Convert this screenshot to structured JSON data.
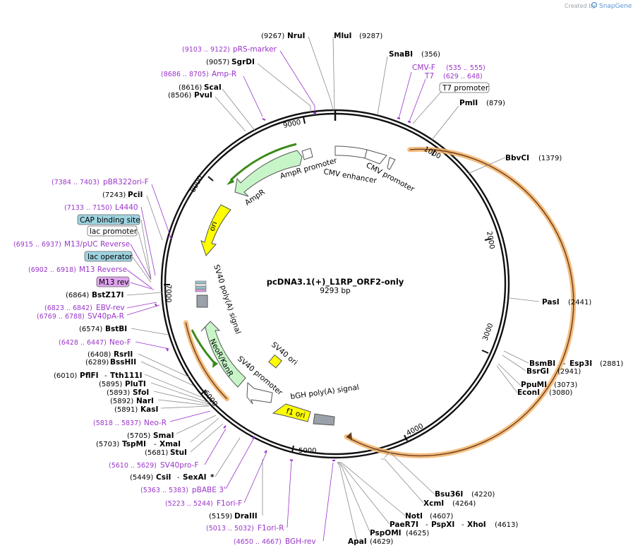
{
  "branding": {
    "prefix": "Created by",
    "name": "SnapGene"
  },
  "plasmid": {
    "name": "pcDNA3.1(+)_L1RP_ORF2-only",
    "length": "9293 bp"
  },
  "ticks": [
    "1000",
    "2000",
    "3000",
    "4000",
    "5000",
    "6000",
    "7000",
    "8000",
    "9000"
  ],
  "enzymes": {
    "nrui": {
      "name": "NruI",
      "pos": "(9267)"
    },
    "mlui": {
      "name": "MluI",
      "pos": "(9287)"
    },
    "snabi": {
      "name": "SnaBI",
      "pos": "(356)"
    },
    "pmli": {
      "name": "PmlI",
      "pos": "(879)"
    },
    "bbvci": {
      "name": "BbvCI",
      "pos": "(1379)"
    },
    "pasi": {
      "name": "PasI",
      "pos": "(2441)"
    },
    "bsmbi": {
      "name": "BsmBI",
      "sep": "-",
      "name2": "Esp3I",
      "pos": "(2881)"
    },
    "bsrgi": {
      "name": "BsrGI",
      "pos": "(2941)"
    },
    "ppumi": {
      "name": "PpuMI",
      "pos": "(3073)"
    },
    "econi": {
      "name": "EconI",
      "pos": "(3080)"
    },
    "bsu36i": {
      "name": "Bsu36I",
      "pos": "(4220)"
    },
    "xcmi": {
      "name": "XcmI",
      "pos": "(4264)"
    },
    "noti": {
      "name": "NotI",
      "pos": "(4607)"
    },
    "paer7i": {
      "name": "PaeR7I",
      "sep": "-",
      "name2": "PspXI",
      "sep2": "-",
      "name3": "XhoI",
      "pos": "(4613)"
    },
    "pspomi": {
      "name": "PspOMI",
      "pos": "(4625)"
    },
    "apai": {
      "name": "ApaI",
      "pos": "(4629)"
    },
    "draiii": {
      "name": "DraIII",
      "pos": "(5159)"
    },
    "csii": {
      "name": "CsiI",
      "sep": "-",
      "name2": "SexAI",
      "star": "*",
      "pos": "(5449)"
    },
    "stui": {
      "name": "StuI",
      "pos": "(5681)"
    },
    "tspmi": {
      "name": "TspMI",
      "sep": "-",
      "name2": "XmaI",
      "pos": "(5703)"
    },
    "smai": {
      "name": "SmaI",
      "pos": "(5705)"
    },
    "kasi": {
      "name": "KasI",
      "pos": "(5891)"
    },
    "nari": {
      "name": "NarI",
      "pos": "(5892)"
    },
    "sfoi": {
      "name": "SfoI",
      "pos": "(5893)"
    },
    "pluti": {
      "name": "PluTI",
      "pos": "(5895)"
    },
    "pflfi": {
      "name": "PflFI",
      "sep": "-",
      "name2": "Tth111I",
      "pos": "(6010)"
    },
    "bsshii": {
      "name": "BssHII",
      "pos": "(6289)"
    },
    "rsrii": {
      "name": "RsrII",
      "pos": "(6408)"
    },
    "bstbi": {
      "name": "BstBI",
      "pos": "(6574)"
    },
    "bstz17i": {
      "name": "BstZ17I",
      "pos": "(6864)"
    },
    "pcii": {
      "name": "PciI",
      "pos": "(7243)"
    },
    "pvui": {
      "name": "PvuI",
      "pos": "(8506)"
    },
    "scai": {
      "name": "ScaI",
      "pos": "(8616)"
    },
    "sgrdi": {
      "name": "SgrDI",
      "pos": "(9057)"
    }
  },
  "primers": {
    "cmvf": {
      "name": "CMV-F",
      "range": "(535 .. 555)"
    },
    "t7": {
      "name": "T7",
      "range": "(629 .. 648)"
    },
    "bghrev": {
      "name": "BGH-rev",
      "range": "(4650 .. 4667)"
    },
    "f1orir": {
      "name": "F1ori-R",
      "range": "(5013 .. 5032)"
    },
    "f1orif": {
      "name": "F1ori-F",
      "range": "(5223 .. 5244)"
    },
    "pbabe3": {
      "name": "pBABE 3'",
      "range": "(5363 .. 5383)"
    },
    "sv40prof": {
      "name": "SV40pro-F",
      "range": "(5610 .. 5629)"
    },
    "neor": {
      "name": "Neo-R",
      "range": "(5818 .. 5837)"
    },
    "neof": {
      "name": "Neo-F",
      "range": "(6428 .. 6447)"
    },
    "sv40par": {
      "name": "SV40pA-R",
      "range": "(6769 .. 6788)"
    },
    "ebvrev": {
      "name": "EBV-rev",
      "range": "(6823 .. 6842)"
    },
    "m13reverse": {
      "name": "M13 Reverse",
      "range": "(6902 .. 6918)"
    },
    "m13puc": {
      "name": "M13/pUC Reverse",
      "range": "(6915 .. 6937)"
    },
    "l4440": {
      "name": "L4440",
      "range": "(7133 .. 7150)"
    },
    "pbr322": {
      "name": "pBR322ori-F",
      "range": "(7384 .. 7403)"
    },
    "ampr": {
      "name": "Amp-R",
      "range": "(8686 .. 8705)"
    },
    "prsmarker": {
      "name": "pRS-marker",
      "range": "(9103 .. 9122)"
    }
  },
  "boxed_labels": {
    "t7promoter": "T7 promoter",
    "capsite": "CAP binding site",
    "lacpromoter": "lac promoter",
    "lacoperator": "lac operator",
    "m13rev": "M13 rev"
  },
  "features": {
    "amprpromoter": "AmpR promoter",
    "ampr": "AmpR",
    "cmvenhancer": "CMV enhancer",
    "cmvpromoter": "CMV promoter",
    "ori": "ori",
    "sv40polya": "SV40 poly(A) signal",
    "neor": "NeoR/KanR",
    "sv40promoter": "SV40 promoter",
    "sv40ori": "SV40 ori",
    "bghpolya": "bGH poly(A) signal",
    "f1ori": "f1 ori"
  },
  "colors": {
    "primer": "#9a35c9",
    "orf": "#f2b36a",
    "ori_fill": "#ffff00",
    "promoter_fill": "#ffffff",
    "marker_fill": "#c8f5c8",
    "marker_line": "#3a8a1a",
    "polya_fill": "#9aa1a8",
    "boxed_blue": "#9fd3e0",
    "boxed_purple": "#e1a4ee"
  }
}
